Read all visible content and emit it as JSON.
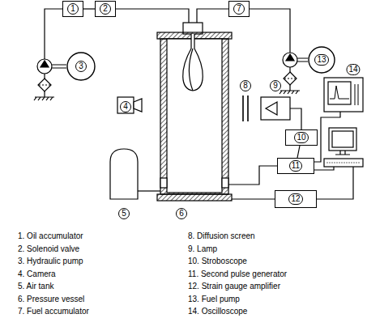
{
  "diagram": {
    "nodes": [
      {
        "text": [
          "1"
        ]
      },
      {
        "text": [
          "2"
        ]
      },
      {
        "text": [
          "7"
        ]
      },
      {
        "text": [
          "3"
        ]
      },
      {
        "text": [
          "13"
        ]
      },
      {
        "text": [
          "10"
        ]
      },
      {
        "text": [
          "11"
        ]
      },
      {
        "text": [
          "12"
        ]
      }
    ],
    "edges": [
      {
        "from": 0,
        "to": 1,
        "arrow": "none"
      },
      {
        "from": 5,
        "to": 6,
        "arrow": "none"
      }
    ],
    "labels": [
      "4",
      "5",
      "6",
      "8",
      "9",
      "14",
      "1. Oil accumulator",
      "2. Solenoid valve",
      "3. Hydraulic pump",
      "4. Camera",
      "5. Air tank",
      "6. Pressure vessel",
      "7. Fuel accumulator",
      "8. Diffusion screen",
      "9. Lamp",
      "10. Stroboscope",
      "11. Second pulse generator",
      "12. Strain gauge amplifier",
      "13. Fuel pump",
      "14. Oscilloscope"
    ]
  }
}
